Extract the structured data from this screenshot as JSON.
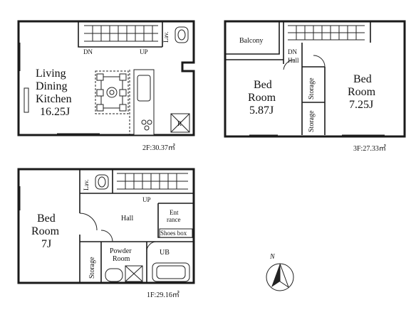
{
  "floors": {
    "f2": {
      "area_label": "2F:30.37㎡",
      "ldk_line1": "Living",
      "ldk_line2": "Dining",
      "ldk_line3": "Kitchen",
      "ldk_size": "16.25J",
      "lav": "Lav.",
      "dn": "DN",
      "up": "UP",
      "fridge": "R"
    },
    "f3": {
      "area_label": "3F:27.33㎡",
      "balcony": "Balcony",
      "dn": "DN",
      "hall": "Hall",
      "storage_a": "Storage",
      "storage_b": "Storage",
      "bedroom_left_line1": "Bed",
      "bedroom_left_line2": "Room",
      "bedroom_left_size": "5.87J",
      "bedroom_right_line1": "Bed",
      "bedroom_right_line2": "Room",
      "bedroom_right_size": "7.25J"
    },
    "f1": {
      "area_label": "1F:29.16㎡",
      "bedroom_line1": "Bed",
      "bedroom_line2": "Room",
      "bedroom_size": "7J",
      "lav": "Lav.",
      "up": "UP",
      "hall": "Hall",
      "entrance_line1": "Ent",
      "entrance_line2": "rance",
      "shoes_box": "Shoes box",
      "storage": "Storage",
      "powder_line1": "Powder",
      "powder_line2": "Room",
      "ub": "UB"
    }
  },
  "compass": {
    "north_label": "N"
  }
}
